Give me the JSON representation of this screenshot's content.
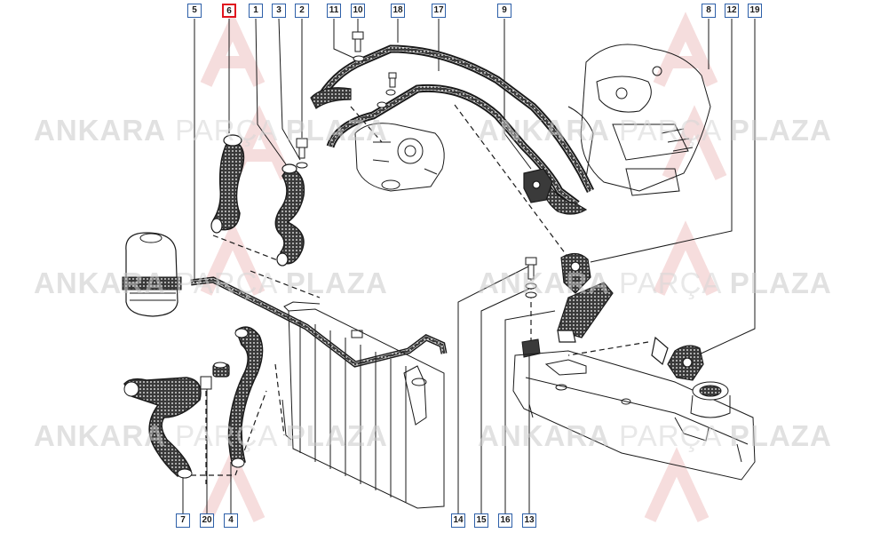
{
  "watermark": {
    "brand_a": "ANKARA",
    "brand_b": "PARÇA",
    "brand_c": "PLAZA",
    "logo_letters": "AP"
  },
  "callouts": {
    "n6": "6",
    "n5": "5",
    "n1": "1",
    "n3": "3",
    "n2": "2",
    "n11": "11",
    "n10": "10",
    "n18": "18",
    "n17": "17",
    "n9": "9",
    "n8": "8",
    "n12": "12",
    "n19": "19",
    "n7": "7",
    "n20": "20",
    "n4": "4",
    "n14": "14",
    "n15": "15",
    "n16": "16",
    "n13": "13"
  },
  "colors": {
    "callout_border": "#2d5fa8",
    "highlight_border": "#e0141e",
    "line": "#1a1a1a",
    "watermark": "#c9c9c9",
    "logo_red": "#e8a0a0"
  }
}
